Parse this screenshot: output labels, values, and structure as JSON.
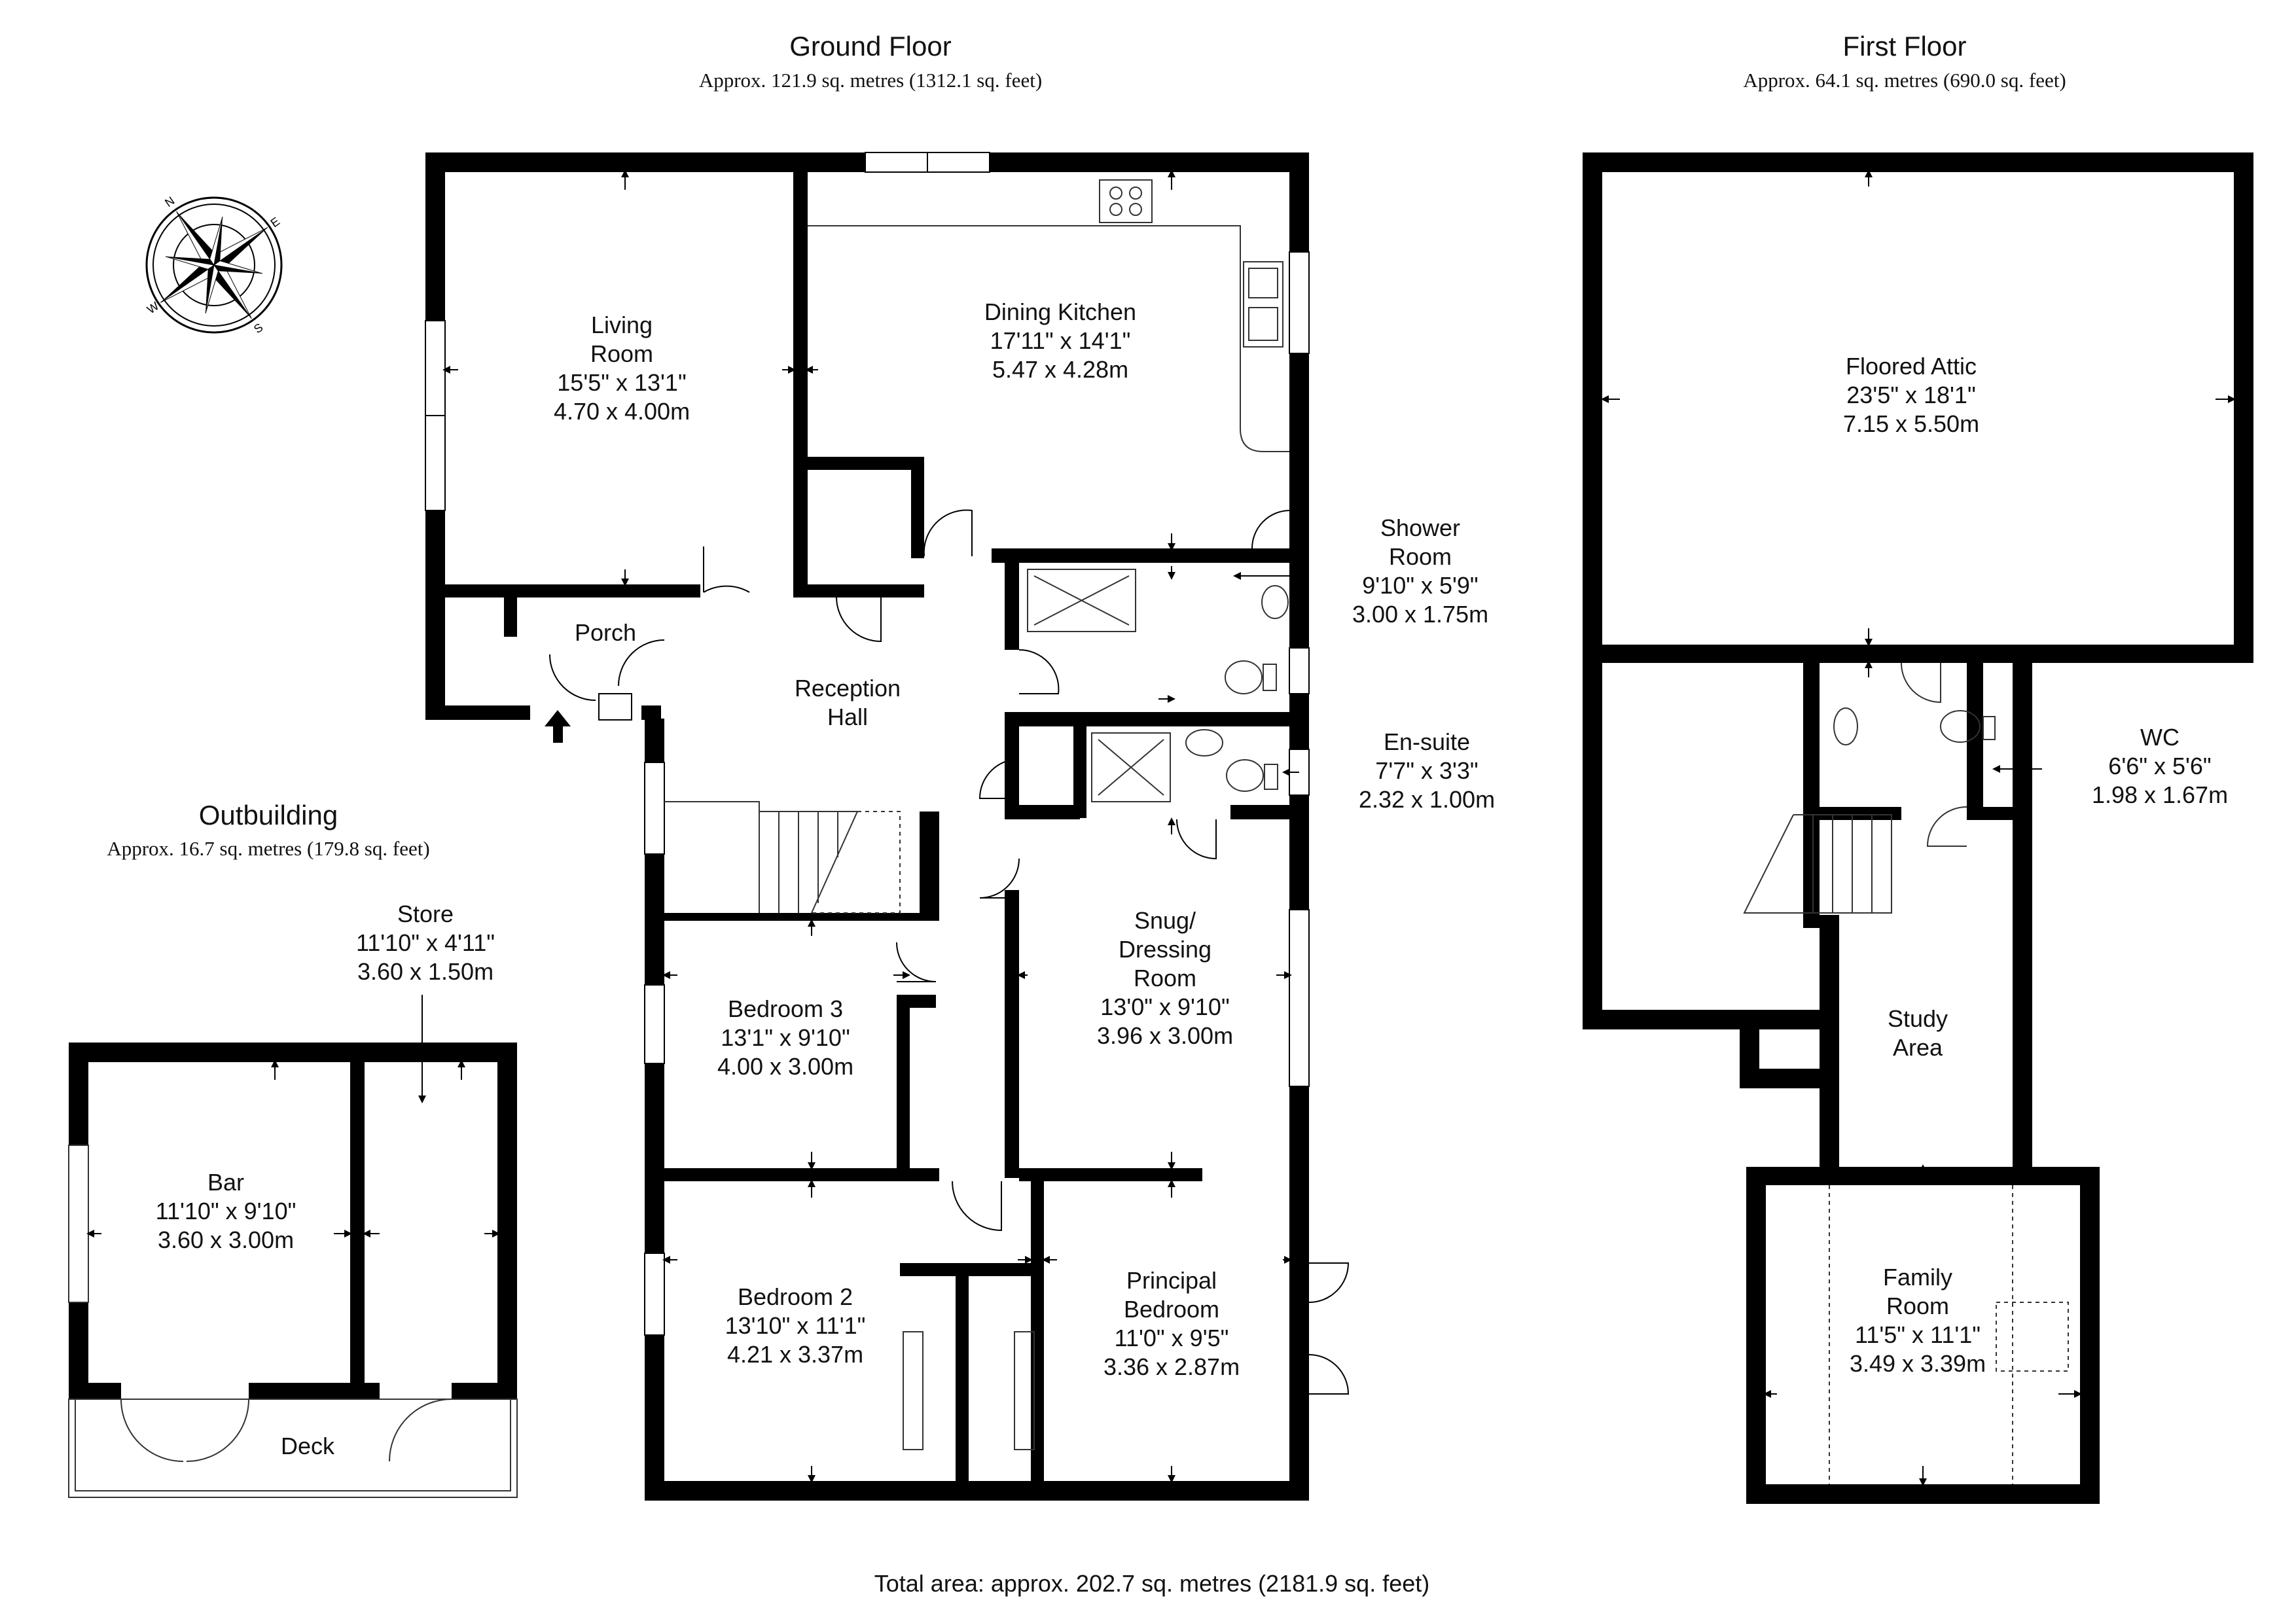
{
  "ground_floor": {
    "title": "Ground Floor",
    "area": "Approx. 121.9 sq. metres (1312.1 sq. feet)",
    "rooms": {
      "living_room": {
        "name": "Living\nRoom",
        "imperial": "15'5\" x 13'1\"",
        "metric": "4.70 x 4.00m"
      },
      "dining_kitchen": {
        "name": "Dining Kitchen",
        "imperial": "17'11\" x 14'1\"",
        "metric": "5.47 x 4.28m"
      },
      "shower_room": {
        "name": "Shower\nRoom",
        "imperial": "9'10\" x 5'9\"",
        "metric": "3.00 x 1.75m"
      },
      "porch": {
        "name": "Porch"
      },
      "reception_hall": {
        "name": "Reception\nHall"
      },
      "en_suite": {
        "name": "En-suite",
        "imperial": "7'7\" x 3'3\"",
        "metric": "2.32 x 1.00m"
      },
      "snug": {
        "name": "Snug/\nDressing\nRoom",
        "imperial": "13'0\" x 9'10\"",
        "metric": "3.96 x 3.00m"
      },
      "bedroom_3": {
        "name": "Bedroom 3",
        "imperial": "13'1\" x 9'10\"",
        "metric": "4.00 x 3.00m"
      },
      "bedroom_2": {
        "name": "Bedroom 2",
        "imperial": "13'10\" x 11'1\"",
        "metric": "4.21 x 3.37m"
      },
      "principal_bedroom": {
        "name": "Principal\nBedroom",
        "imperial": "11'0\" x 9'5\"",
        "metric": "3.36 x 2.87m"
      }
    }
  },
  "first_floor": {
    "title": "First Floor",
    "area": "Approx. 64.1 sq. metres (690.0 sq. feet)",
    "rooms": {
      "floored_attic": {
        "name": "Floored Attic",
        "imperial": "23'5\" x 18'1\"",
        "metric": "7.15 x 5.50m"
      },
      "wc": {
        "name": "WC",
        "imperial": "6'6\" x 5'6\"",
        "metric": "1.98 x 1.67m"
      },
      "study_area": {
        "name": "Study\nArea"
      },
      "family_room": {
        "name": "Family\nRoom",
        "imperial": "11'5\" x 11'1\"",
        "metric": "3.49 x 3.39m"
      }
    }
  },
  "outbuilding": {
    "title": "Outbuilding",
    "area": "Approx. 16.7 sq. metres (179.8 sq. feet)",
    "rooms": {
      "store": {
        "name": "Store",
        "imperial": "11'10\" x 4'11\"",
        "metric": "3.60 x 1.50m"
      },
      "bar": {
        "name": "Bar",
        "imperial": "11'10\" x 9'10\"",
        "metric": "3.60 x 3.00m"
      },
      "deck": {
        "name": "Deck"
      }
    }
  },
  "total_area": "Total area: approx. 202.7 sq. metres (2181.9 sq. feet)",
  "compass": {
    "icon": "compass-rose-icon",
    "letters": [
      "N",
      "E",
      "S",
      "W"
    ]
  },
  "colors": {
    "wall": "#000000",
    "background": "#ffffff",
    "fixture_line": "#333333"
  }
}
